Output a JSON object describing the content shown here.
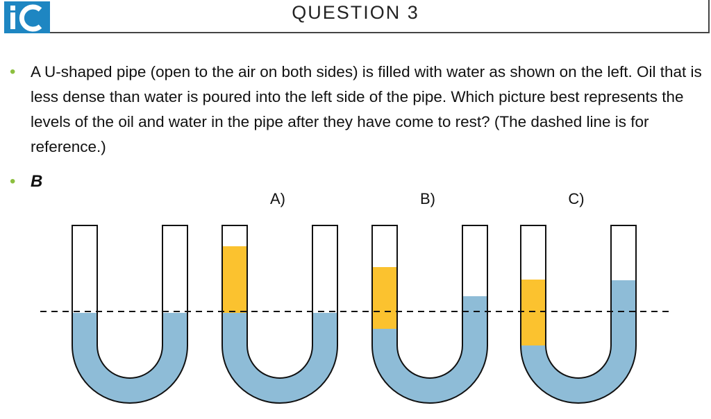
{
  "header": {
    "logo_text": "iC",
    "title": "QUESTION 3"
  },
  "question": {
    "text": "A U-shaped pipe (open to the air on both sides) is filled with water as shown on the left.  Oil that is less dense than water is poured into the left side of the pipe. Which picture best represents the levels of the oil and water in the pipe after they have come to rest? (The dashed line is for reference.)"
  },
  "answer": {
    "text": "B"
  },
  "diagram": {
    "option_labels": [
      "A)",
      "B)",
      "C)"
    ],
    "colors": {
      "water": "#8ebcd7",
      "oil": "#fbc22f",
      "outline": "#111111",
      "bullet": "#8cbf3f"
    },
    "tubes": [
      {
        "id": "original",
        "left_fill": "water to reference level",
        "right_fill": "water to reference level"
      },
      {
        "id": "A",
        "left_fill": "oil above water to reference level",
        "right_fill": "water to reference level"
      },
      {
        "id": "B",
        "left_fill": "oil column above water below reference",
        "right_fill": "water above reference"
      },
      {
        "id": "C",
        "left_fill": "oil column crossing reference",
        "right_fill": "water well above reference"
      }
    ]
  }
}
